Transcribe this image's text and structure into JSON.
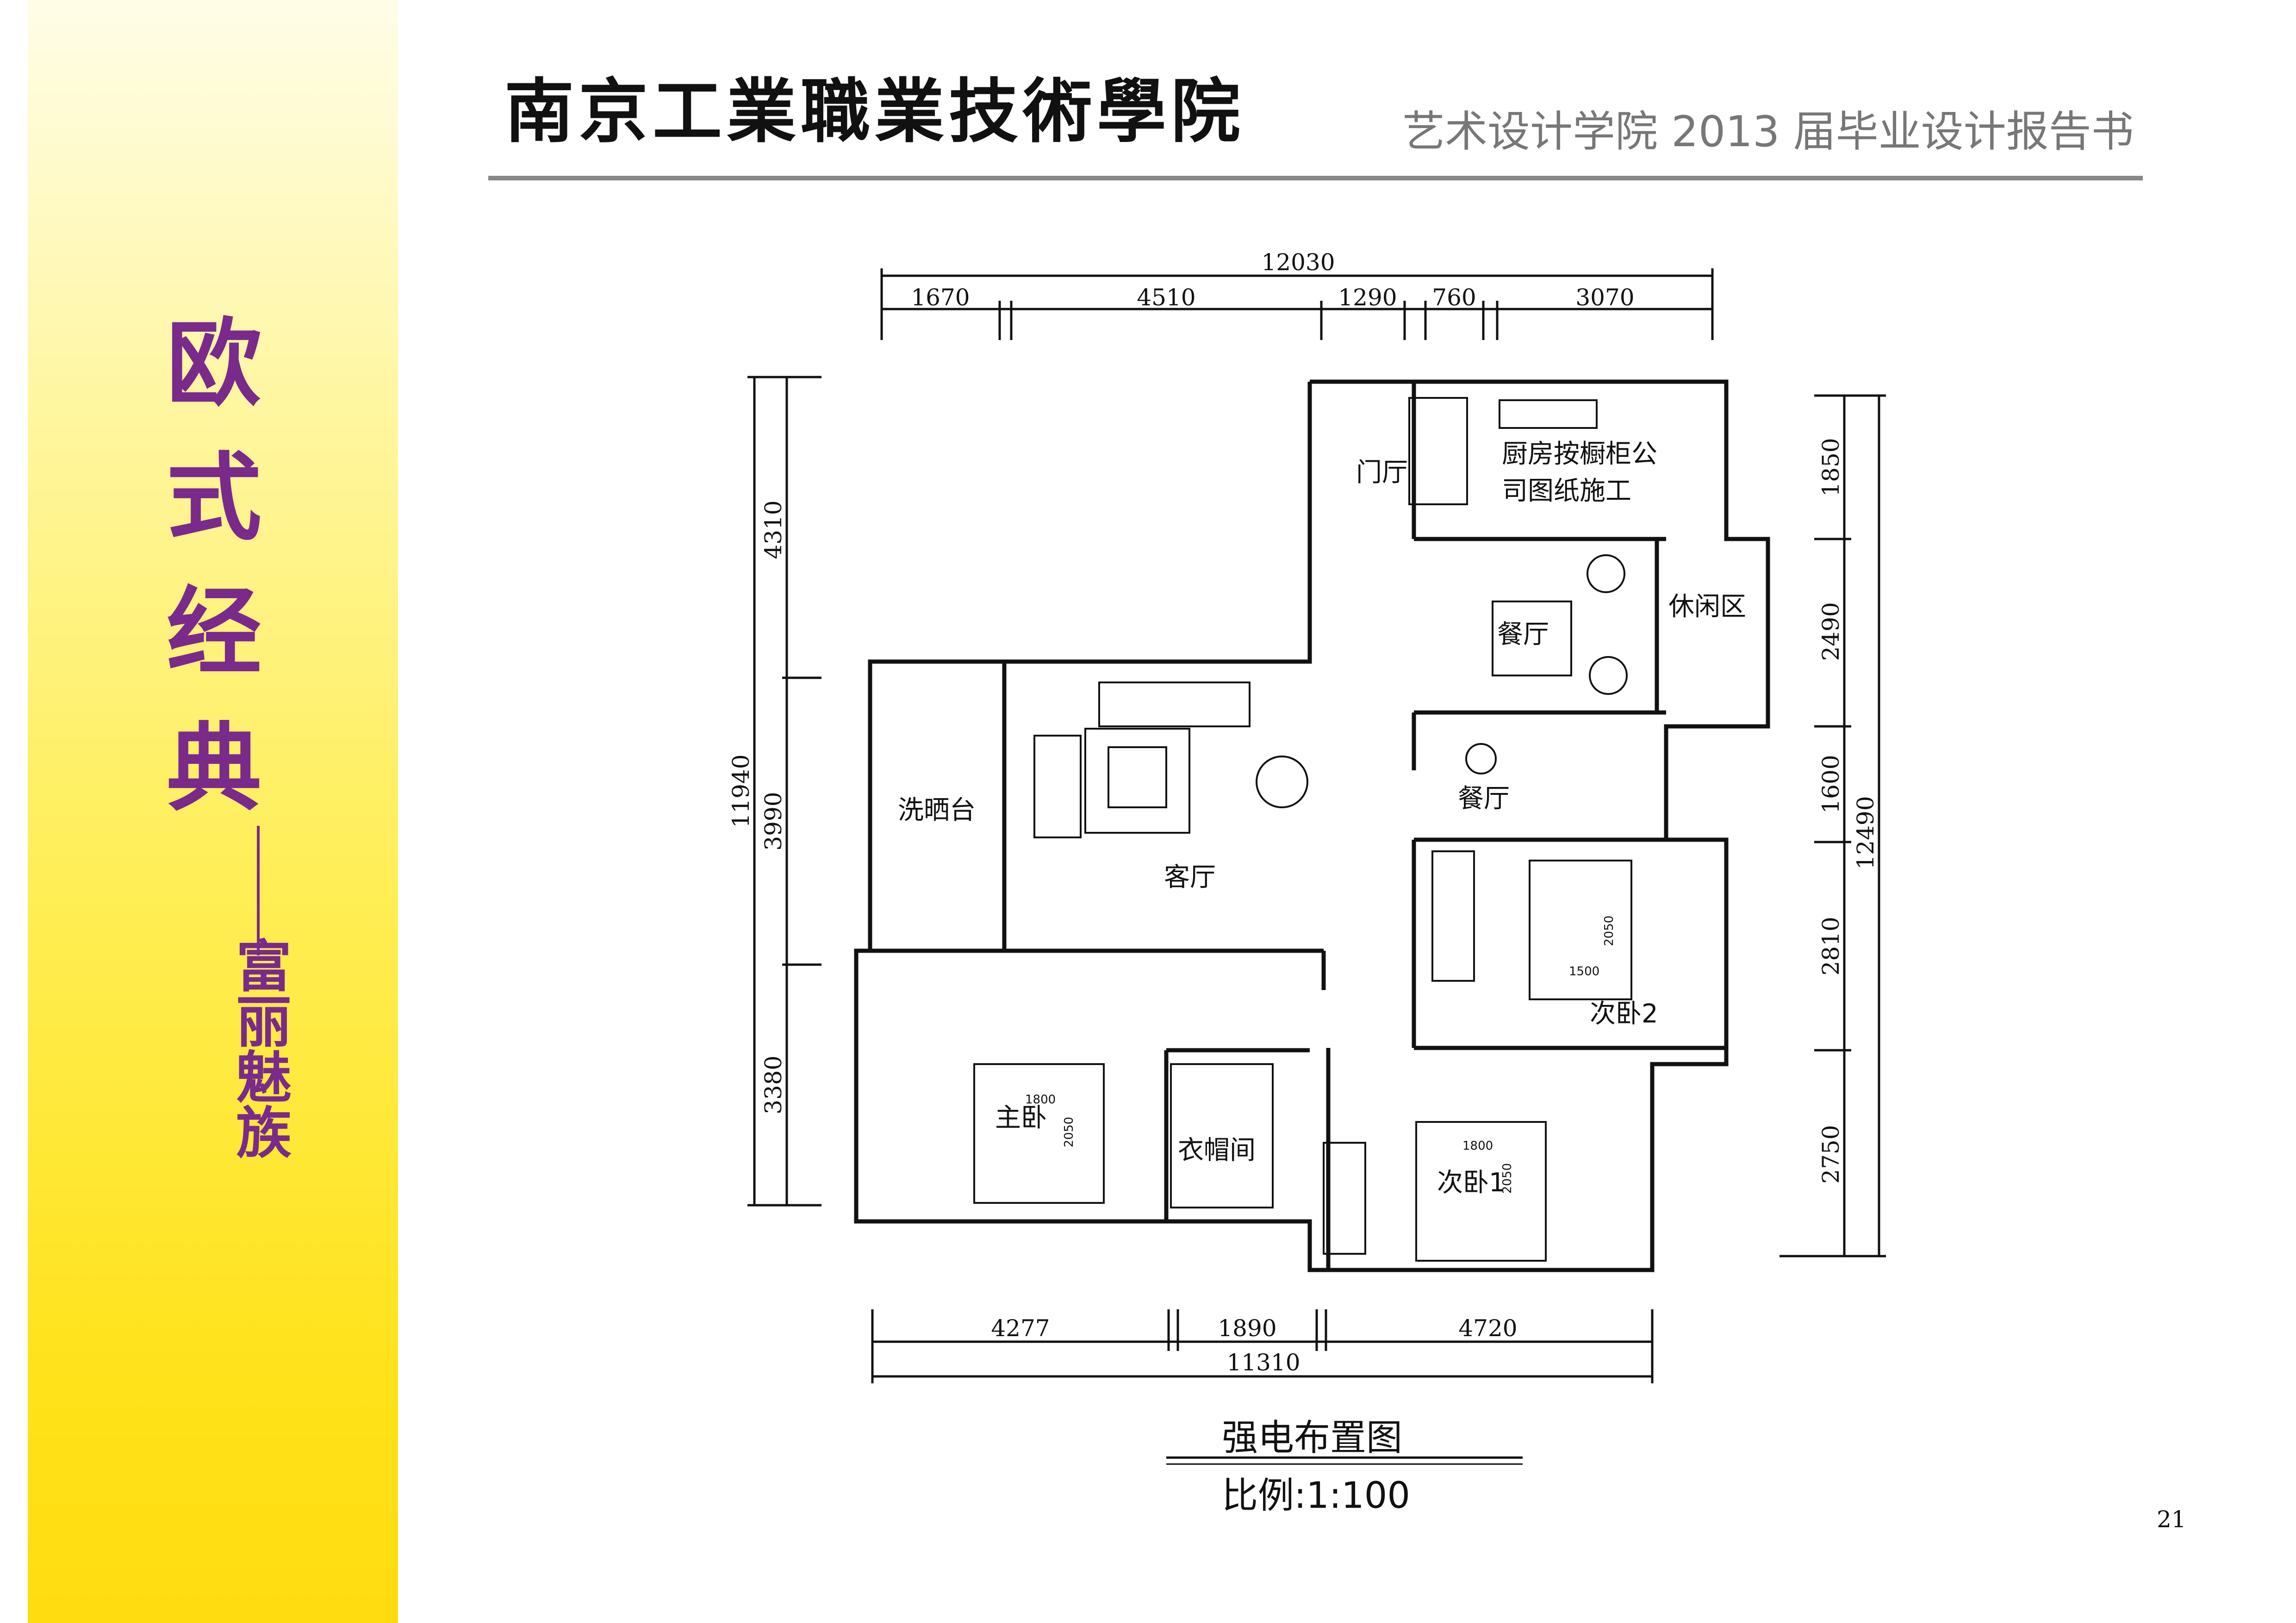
{
  "sidebar": {
    "title_chars": [
      "欧",
      "式",
      "经",
      "典"
    ],
    "subtitle_chars": [
      "富",
      "丽",
      "魅",
      "族"
    ]
  },
  "header": {
    "school": "南京工業職業技術學院",
    "report": "艺术设计学院 2013 届毕业设计报告书"
  },
  "plan": {
    "top_dims": {
      "total": "12030",
      "segments": [
        "1670",
        "4510",
        "1290",
        "760",
        "3070"
      ]
    },
    "bottom_dims": {
      "total": "11310",
      "segments": [
        "4277",
        "1890",
        "4720"
      ]
    },
    "left_dims": {
      "total": "11940",
      "segments": [
        "4310",
        "3990",
        "3380"
      ]
    },
    "right_dims": {
      "total": "12490",
      "segments": [
        "1850",
        "2490",
        "1600",
        "2810",
        "2750"
      ]
    },
    "rooms": {
      "entrance": "门厅",
      "kitchen_line1": "厨房按橱柜公",
      "kitchen_line2": "司图纸施工",
      "leisure": "休闲区",
      "dining": "餐厅",
      "dining2": "餐厅",
      "living": "客厅",
      "laundry": "洗晒台",
      "second_bedroom_2": "次卧2",
      "master_bedroom": "主卧",
      "cloakroom": "衣帽间",
      "second_bedroom_1": "次卧1"
    },
    "bed_dims": {
      "bed2_w": "1500",
      "bed2_l": "2050",
      "master_w": "1800",
      "master_l": "2050",
      "bed1_w": "1800",
      "bed1_l": "2050"
    }
  },
  "caption": {
    "title": "强电布置图",
    "scale": "比例:1:100"
  },
  "page_number": "21",
  "colors": {
    "accent": "#7a2a8a",
    "sidebar_top": "#fffde8",
    "sidebar_bottom": "#ffdc10"
  }
}
